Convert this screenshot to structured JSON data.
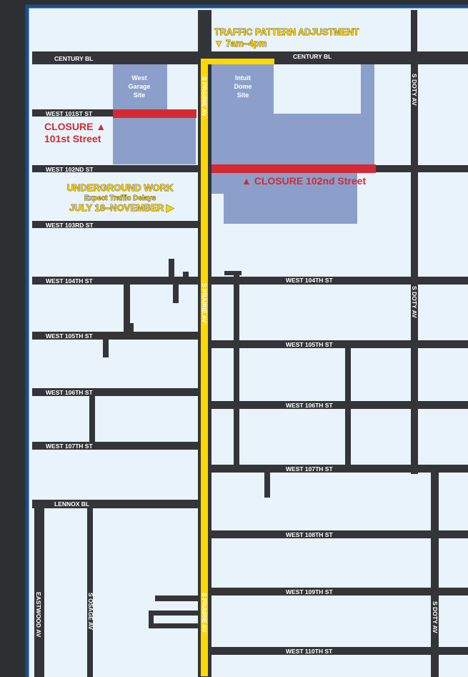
{
  "colors": {
    "background": "#2d3033",
    "map_fill": "#e9f3fb",
    "map_border": "#1b4f8e",
    "road": "#333538",
    "detour": "#ffd800",
    "site": "#8b9fca",
    "closure": "#d42a33",
    "street_text": "#ffffff"
  },
  "notice": {
    "traffic_title": "TRAFFIC PATTERN ADJUSTMENT",
    "traffic_hours": "▼ 7am–4pm",
    "underground_title": "UNDERGROUND WORK",
    "underground_subtitle": "Expect Traffic Delays",
    "underground_dates": "JULY 18–NOVEMBER ▶"
  },
  "closures": {
    "c101_line1": "CLOSURE ▲",
    "c101_line2": "101st Street",
    "c102": "▲ CLOSURE 102nd Street"
  },
  "sites": {
    "west_garage": [
      "West",
      "Garage",
      "Site"
    ],
    "intuit_dome": [
      "Intuit",
      "Dome",
      "Site"
    ]
  },
  "streets": {
    "century_left": "CENTURY BL",
    "century_right": "CENTURY BL",
    "w101": "WEST 101ST ST",
    "w102": "WEST 102ND ST",
    "w103": "WEST 103RD ST",
    "w104_left": "WEST 104TH ST",
    "w104_right": "WEST 104TH ST",
    "w105_left": "WEST 105TH ST",
    "w105_right": "WEST 105TH ST",
    "w106_left": "WEST 106TH ST",
    "w106_right": "WEST 106TH ST",
    "w107_left": "WEST 107TH ST",
    "w107_right": "WEST 107TH ST",
    "lennox": "LENNOX BL",
    "w108": "WEST 108TH ST",
    "w109": "WEST 109TH ST",
    "w110": "WEST 110TH ST",
    "prairie_1": "S PRAIRIE AV",
    "prairie_2": "S PRAIRIE AV",
    "prairie_3": "S PRAIRIE AV",
    "doty_1": "S DOTY AV",
    "doty_2": "S DOTY AV",
    "doty_3": "S DOTY AV",
    "osage": "S OSAGE AV",
    "eastwood": "EASTWOOD AV"
  }
}
